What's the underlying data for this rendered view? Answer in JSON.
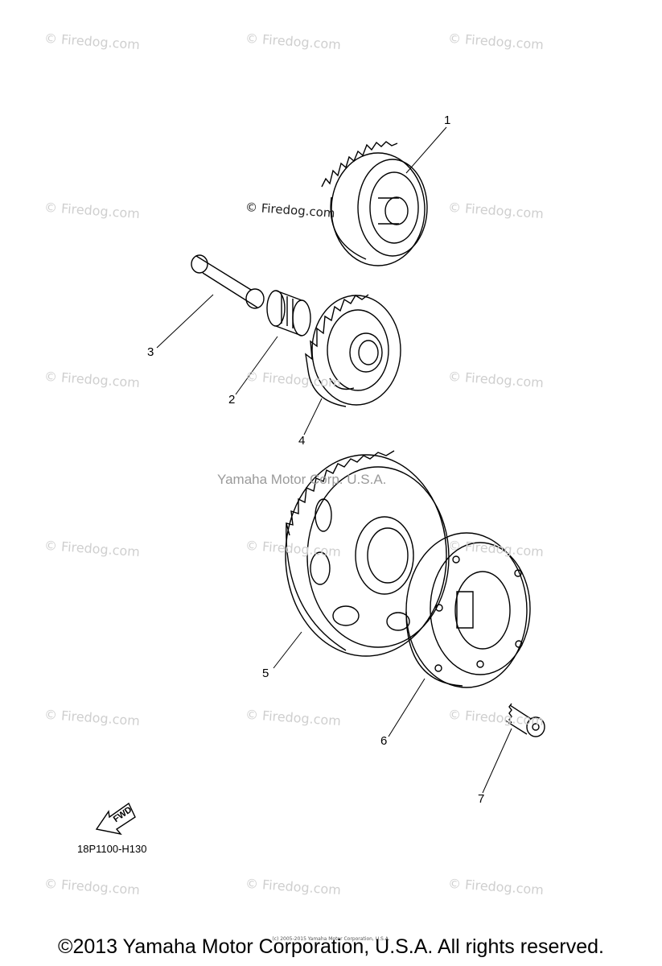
{
  "watermark": "© Firedog.com",
  "inline_watermark": "© Firedog.com",
  "center_watermark": "Yamaha Motor Corp. U.S.A.",
  "callouts": [
    "1",
    "2",
    "3",
    "4",
    "5",
    "6",
    "7"
  ],
  "fwd_label": "FWD",
  "diagram_code": "18P1100-H130",
  "copyright": "©2013 Yamaha Motor Corporation, U.S.A. All rights reserved.",
  "fine_print": "(c) 2005-2015 Yamaha Motor Corporation, U.S.A."
}
